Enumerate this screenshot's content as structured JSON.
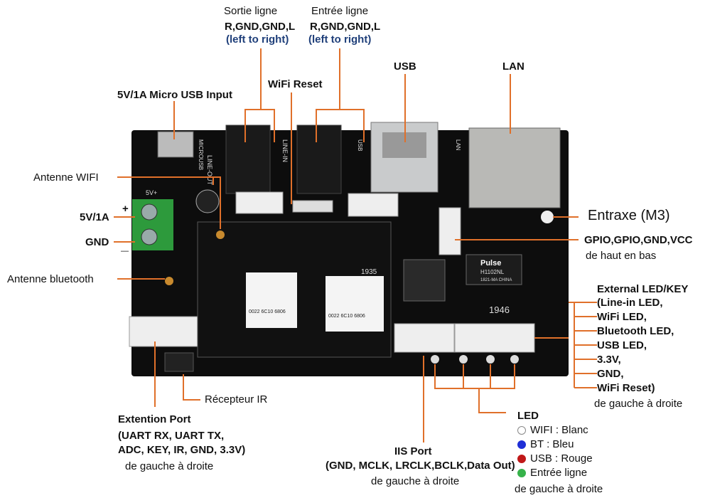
{
  "labels": {
    "sortie_ligne": "Sortie ligne",
    "sortie_pins": "R,GND,GND,L",
    "sortie_dir": "(left to right)",
    "entree_ligne": "Entrée ligne",
    "entree_pins": "R,GND,GND,L",
    "entree_dir": "(left to right)",
    "usb": "USB",
    "lan": "LAN",
    "wifi_reset": "WiFi Reset",
    "micro_usb": "5V/1A Micro USB Input",
    "antenne_wifi": "Antenne WIFI",
    "v5": "5V/1A",
    "plus": "+",
    "gnd": "GND",
    "minus": "—",
    "antenne_bt": "Antenne bluetooth",
    "entraxe": "Entraxe (M3)",
    "gpio": "GPIO,GPIO,GND,VCC",
    "gpio_dir": "de haut en bas",
    "ext_led_title": "External LED/KEY",
    "ext_led_items": [
      "(Line-in LED,",
      "WiFi LED,",
      "Bluetooth LED,",
      "USB LED,",
      "3.3V,",
      "GND,",
      "WiFi Reset)"
    ],
    "ext_led_dir": "de gauche à droite",
    "ir": "Récepteur IR",
    "ext_port_title": "Extention Port",
    "ext_port_line1": "(UART RX,  UART TX,",
    "ext_port_line2": "ADC, KEY, IR, GND, 3.3V)",
    "ext_port_dir": "de gauche à droite",
    "iis_title": "IIS Port",
    "iis_pins": "(GND, MCLK, LRCLK,BCLK,Data Out)",
    "iis_dir": "de gauche à droite",
    "led_title": "LED",
    "led_dir": "de gauche à droite"
  },
  "led_legend": [
    {
      "text": "WIFI : Blanc",
      "color": "#ffffff",
      "border": "#888888"
    },
    {
      "text": "BT : Bleu",
      "color": "#1f2fd6",
      "border": "#1f2fd6"
    },
    {
      "text": "USB : Rouge",
      "color": "#c01818",
      "border": "#c01818"
    },
    {
      "text": "Entrée ligne",
      "color": "#36b24a",
      "border": "#36b24a"
    }
  ],
  "board_text": {
    "line_out": "LINE-OUT",
    "line_in": "LINE-IN",
    "microusb": "MICROUSB",
    "usb_silk": "USB",
    "lan_silk": "LAN",
    "pulse": "Pulse",
    "pulse_part": "H1102NL",
    "pulse_sub": "1821-MA CHINA",
    "chip_code": "1935",
    "silk_code": "1946",
    "v5_silk": "5V+",
    "qr1": "0022 6C10 6806",
    "qr2": "0022 6C10 6806"
  },
  "colors": {
    "pcb": "#0d0d0d",
    "orange_line": "#e0702a",
    "terminal": "#2d9a3c"
  }
}
